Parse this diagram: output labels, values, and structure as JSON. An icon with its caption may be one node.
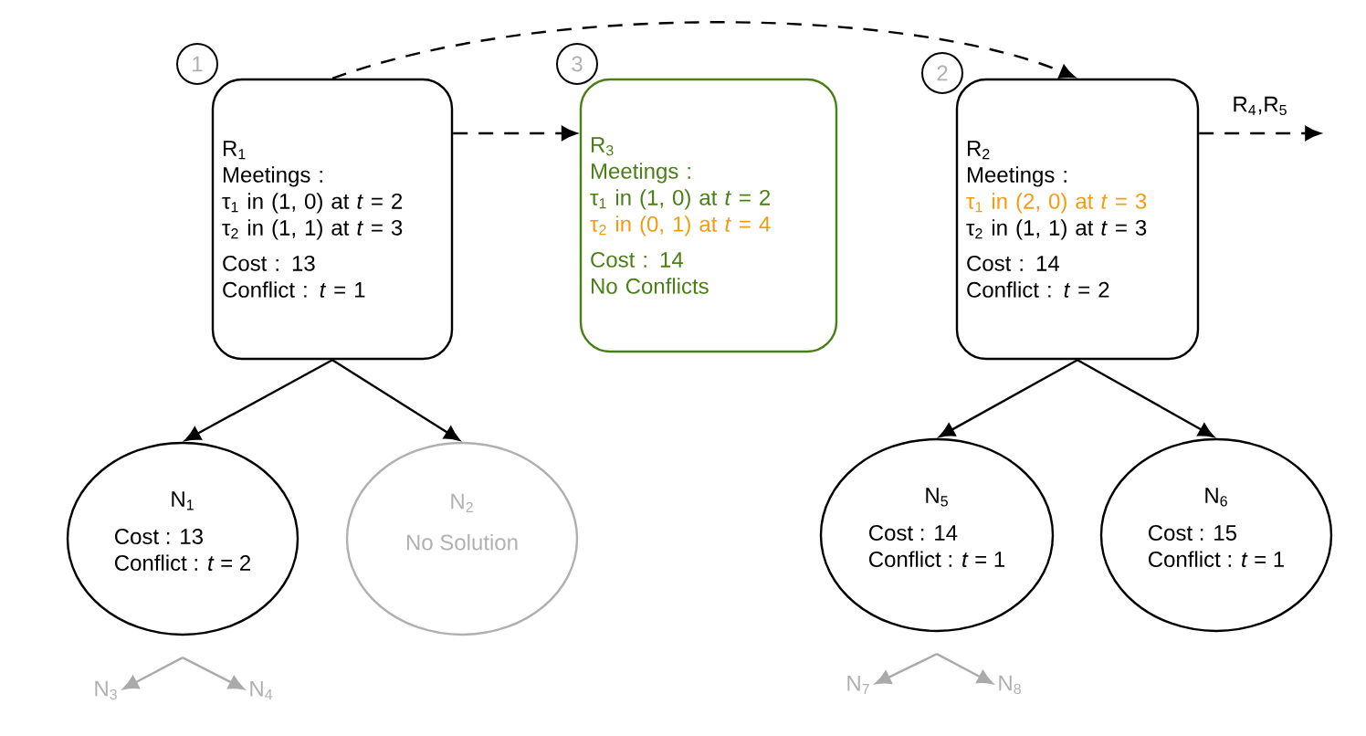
{
  "diagram": {
    "nodes": [
      {
        "text": [
          "R$_{1}$",
          "Meetings :",
          "τ$_{1}$ in (1, 0) at *t* = 2",
          "τ$_{2}$ in (1, 1) at *t* = 3",
          "Cost :  13",
          "Conflict :  *t* = 1"
        ],
        "beside": [
          "1"
        ]
      },
      {
        "text": [
          "R$_{3}$",
          "Meetings :",
          "τ$_{1}$ in (1, 0) at *t* = 2",
          "τ$_{2}$ in (0, 1) at *t* = 4",
          "Cost :  14",
          "No Conflicts"
        ],
        "beside": [
          "3"
        ]
      },
      {
        "text": [
          "R$_{2}$",
          "Meetings :",
          "τ$_{1}$ in (2, 0) at *t* = 3",
          "τ$_{2}$ in (1, 1) at *t* = 3",
          "Cost :  14",
          "Conflict :  *t* = 2"
        ],
        "beside": [
          "2"
        ]
      },
      {
        "text": [
          "N$_{1}$",
          "Cost :  13",
          "Conflict :  *t* = 2"
        ]
      },
      {
        "text": [
          "N$_{2}$",
          "No Solution"
        ]
      },
      {
        "text": [
          "N$_{5}$",
          "Cost :  14",
          "Conflict :  *t* = 1"
        ]
      },
      {
        "text": [
          "N$_{6}$",
          "Cost :  15",
          "Conflict :  *t* = 1"
        ]
      },
      {
        "text": [
          "N$_{3}$"
        ]
      },
      {
        "text": [
          "N$_{4}$"
        ]
      },
      {
        "text": [
          "N$_{7}$"
        ]
      },
      {
        "text": [
          "N$_{8}$"
        ]
      }
    ],
    "edges": [
      {
        "from": 0,
        "to": 2,
        "arrow": "to",
        "style": "dashed"
      },
      {
        "from": 0,
        "to": 1,
        "arrow": "to",
        "style": "dashed"
      },
      {
        "from": 2,
        "to": null,
        "arrow": "to",
        "style": "dashed",
        "label": "R$_{4}$,R$_{5}$"
      },
      {
        "from": 0,
        "to": 3,
        "arrow": "to"
      },
      {
        "from": 0,
        "to": 4,
        "arrow": "to"
      },
      {
        "from": 2,
        "to": 5,
        "arrow": "to"
      },
      {
        "from": 2,
        "to": 6,
        "arrow": "to"
      },
      {
        "from": 3,
        "to": 7,
        "arrow": "to",
        "color": "#aaaaaa"
      },
      {
        "from": 3,
        "to": 8,
        "arrow": "to",
        "color": "#aaaaaa"
      },
      {
        "from": 5,
        "to": 9,
        "arrow": "to",
        "color": "#aaaaaa"
      },
      {
        "from": 5,
        "to": 10,
        "arrow": "to",
        "color": "#aaaaaa"
      }
    ]
  }
}
